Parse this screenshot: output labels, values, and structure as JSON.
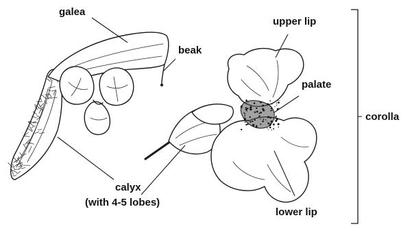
{
  "labels": {
    "galea": "galea",
    "beak": "beak",
    "upper_lip": "upper lip",
    "palate": "palate",
    "corolla": "corolla",
    "calyx": "calyx",
    "calyx_note": "(with 4-5 lobes)",
    "lower_lip": "lower lip"
  }
}
